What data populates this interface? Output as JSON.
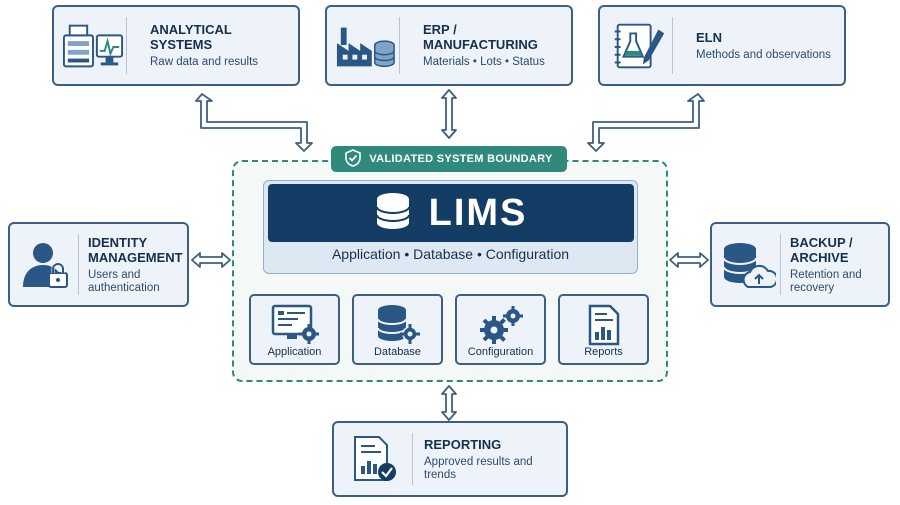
{
  "colors": {
    "navy": "#143d66",
    "border": "#3d5f86",
    "teal": "#2f8a7c",
    "panel": "#eef3f9"
  },
  "boundary": {
    "label": "VALIDATED SYSTEM BOUNDARY",
    "icon": "shield-check-icon"
  },
  "lims": {
    "title": "LIMS",
    "subtitle": "Application  •  Database  •  Configuration",
    "components": [
      {
        "label": "Application",
        "icon": "application-monitor-gear-icon"
      },
      {
        "label": "Database",
        "icon": "database-gear-icon"
      },
      {
        "label": "Configuration",
        "icon": "gears-icon"
      },
      {
        "label": "Reports",
        "icon": "report-chart-icon"
      }
    ]
  },
  "systems": {
    "analytical": {
      "title": "ANALYTICAL SYSTEMS",
      "subtitle": "Raw data and results",
      "icon": "lab-instrument-icon"
    },
    "erp": {
      "title": "ERP / MANUFACTURING",
      "subtitle": "Materials • Lots • Status",
      "icon": "factory-icon"
    },
    "eln": {
      "title": "ELN",
      "subtitle": "Methods and observations",
      "icon": "notebook-flask-icon"
    },
    "identity": {
      "title": "IDENTITY\nMANAGEMENT",
      "subtitle": "Users and\nauthentication",
      "icon": "user-lock-icon"
    },
    "backup": {
      "title": "BACKUP /\nARCHIVE",
      "subtitle": "Retention and\nrecovery",
      "icon": "database-cloud-icon"
    },
    "reporting": {
      "title": "REPORTING",
      "subtitle": "Approved results and trends",
      "icon": "report-check-icon"
    }
  }
}
